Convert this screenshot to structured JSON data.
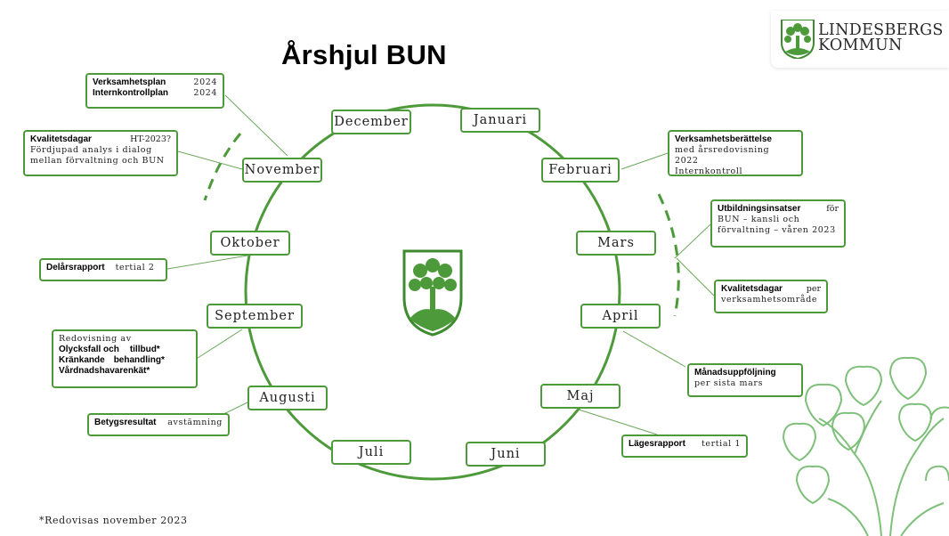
{
  "title": "Årshjul BUN",
  "logo": {
    "line1": "LINDESBERGS",
    "line2": "KOMMUN"
  },
  "months": {
    "januari": "Januari",
    "februari": "Februari",
    "mars": "Mars",
    "april": "April",
    "maj": "Maj",
    "juni": "Juni",
    "juli": "Juli",
    "augusti": "Augusti",
    "september": "September",
    "oktober": "Oktober",
    "november": "November",
    "december": "December"
  },
  "notes": {
    "plans": {
      "label1": "Verksamhetsplan",
      "year1": "2024",
      "label2": "Internkontrollplan",
      "year2": "2024"
    },
    "kvalitet_nov": {
      "label": "Kvalitetsdagar",
      "value": "HT-2023?",
      "line2": "Fördjupad analys i dialog",
      "line3": "mellan förvaltning och BUN"
    },
    "verksamhetsberattelse": {
      "label": "Verksamhetsberättelse",
      "line2": "med årsredovisning 2022",
      "line3": "Internkontroll"
    },
    "utbildning": {
      "label": "Utbildningsinsatser",
      "value": "för",
      "line2": "BUN – kansli och",
      "line3": "förvaltning – våren 2023"
    },
    "kvalitet_apr": {
      "label": "Kvalitetsdagar",
      "value": "per",
      "line2": "verksamhetsområde"
    },
    "manadsuppfoljning": {
      "label": "Månadsuppföljning",
      "line2": "per sista mars"
    },
    "lagesrapport": {
      "label": "Lägesrapport",
      "value": "tertial 1"
    },
    "betygsresultat": {
      "label": "Betygsresultat",
      "value": "avstämning"
    },
    "redovisning": {
      "intro": "Redovisning av",
      "item1": "Olycksfall och",
      "item1b": "tillbud*",
      "item2": "Kränkande",
      "item2b": "behandling*",
      "item3": "Vårdnadshavarenkät*"
    },
    "delarsrapport": {
      "label": "Delårsrapport",
      "value": "tertial 2"
    }
  },
  "footnote": "*Redovisas november 2023",
  "colors": {
    "green": "#4d9a3a",
    "light_green": "#7ec07a"
  }
}
